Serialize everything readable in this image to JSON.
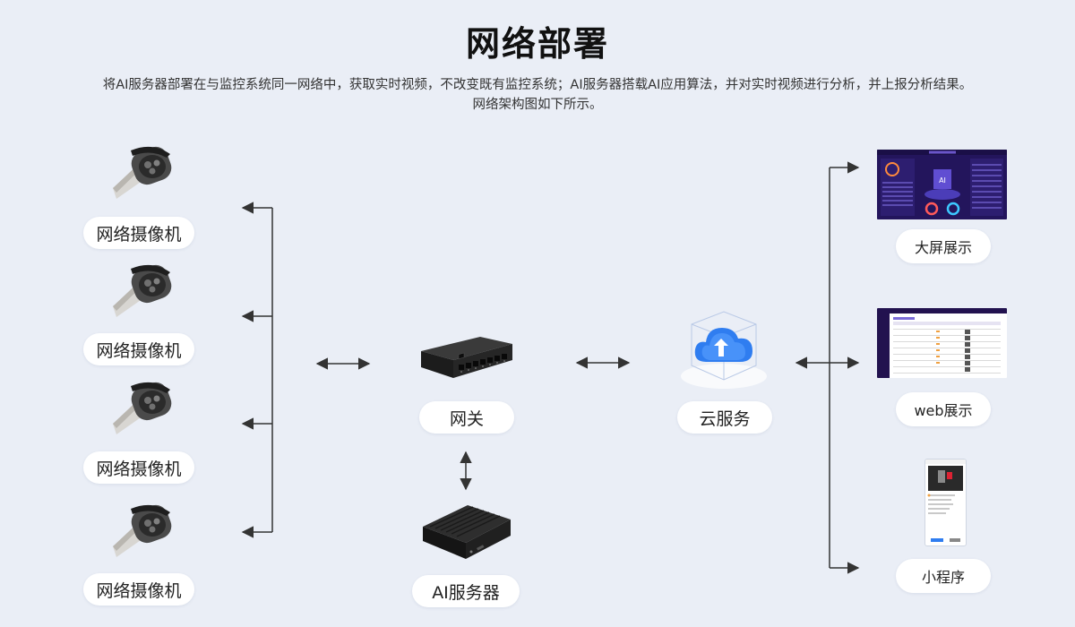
{
  "page": {
    "title": "网络部署",
    "desc_line1": "将AI服务器部署在与监控系统同一网络中，获取实时视频，不改变既有监控系统；AI服务器搭载AI应用算法，并对实时视频进行分析，并上报分析结果。",
    "desc_line2": "网络架构图如下所示。"
  },
  "cameras": [
    {
      "label": "网络摄像机",
      "icon": "camera-icon"
    },
    {
      "label": "网络摄像机",
      "icon": "camera-icon"
    },
    {
      "label": "网络摄像机",
      "icon": "camera-icon"
    },
    {
      "label": "网络摄像机",
      "icon": "camera-icon"
    }
  ],
  "center": {
    "gateway": {
      "label": "网关",
      "icon": "switch-icon"
    },
    "ai_server": {
      "label": "AI服务器",
      "icon": "server-box-icon"
    },
    "cloud": {
      "label": "云服务",
      "icon": "cloud-upload-icon"
    }
  },
  "outputs": [
    {
      "label": "大屏展示",
      "icon": "dashboard-screen-icon"
    },
    {
      "label": "web展示",
      "icon": "web-table-screen-icon"
    },
    {
      "label": "小程序",
      "icon": "mobile-app-icon"
    }
  ],
  "colors": {
    "background": "#eaeef6",
    "line": "#333333",
    "cloud_blue": "#2f7df0",
    "dashboard_bg": "#23155c"
  }
}
